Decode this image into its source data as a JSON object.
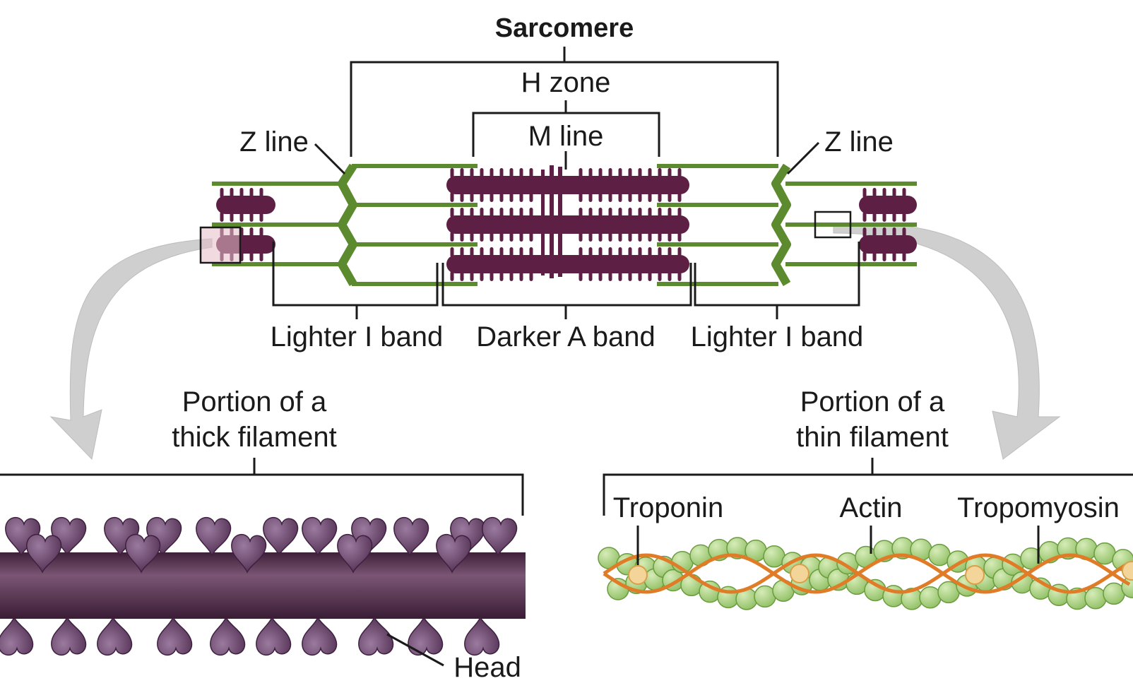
{
  "labels": {
    "title": "Sarcomere",
    "h_zone": "H zone",
    "m_line": "M line",
    "z_line_left": "Z line",
    "z_line_right": "Z line",
    "i_band_left": "Lighter I band",
    "a_band": "Darker A band",
    "i_band_right": "Lighter I band",
    "thick_line1": "Portion of a",
    "thick_line2": "thick filament",
    "thin_line1": "Portion of a",
    "thin_line2": "thin filament",
    "troponin": "Troponin",
    "actin": "Actin",
    "tropomyosin": "Tropomyosin",
    "head": "Head"
  },
  "colors": {
    "thin_filament_green": "#5c8a2e",
    "thick_filament_purple": "#5e1f45",
    "actin_bead": "#a8d080",
    "tropomyosin_orange": "#e07b28",
    "troponin_bead": "#f3d59a",
    "myosin_rod": "#5a3350",
    "myosin_head": "#6e4a70",
    "callout_arrow": "#cfcfcf"
  }
}
